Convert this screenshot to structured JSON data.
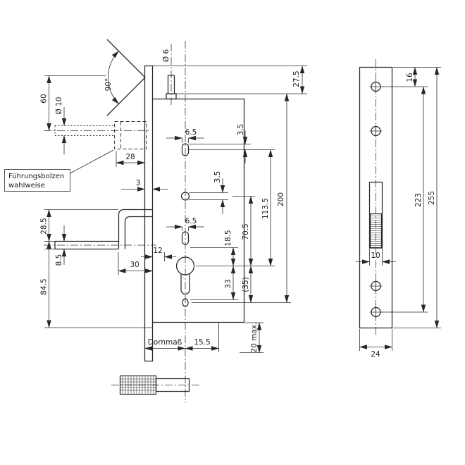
{
  "drawing": {
    "labels": {
      "fuehrungsbolzen_line1": "Führungsbolzen",
      "fuehrungsbolzen_line2": "wahlweise"
    },
    "left_view": {
      "dia_6": "Ø 6",
      "dim_27_5": "27.5",
      "dim_60": "60",
      "dia_10": "Ø 10",
      "angle_90": "90°",
      "dim_28": "28",
      "dim_3": "3",
      "dim_6_5_top": "6.5",
      "dim_3_5_top": "3.5",
      "dim_3_5_mid": "3.5",
      "dim_6_5_bottom": "6.5",
      "dim_28_5": "28.5",
      "dim_8_5": "8.5",
      "dim_84_5": "84.5",
      "dim_12": "12",
      "dim_30": "30",
      "dim_18_5": "18.5",
      "dim_70_5": "70.5",
      "dim_113_5": "113.5",
      "dim_200": "200",
      "dim_33": "33",
      "dim_35": "(35)",
      "dornmass": "Dornmaß",
      "dim_15_5": "15.5",
      "dim_20_max": "20 max."
    },
    "right_view": {
      "dim_16": "16",
      "dim_223": "223",
      "dim_255": "255",
      "dim_10": "10",
      "dim_24": "24"
    }
  }
}
